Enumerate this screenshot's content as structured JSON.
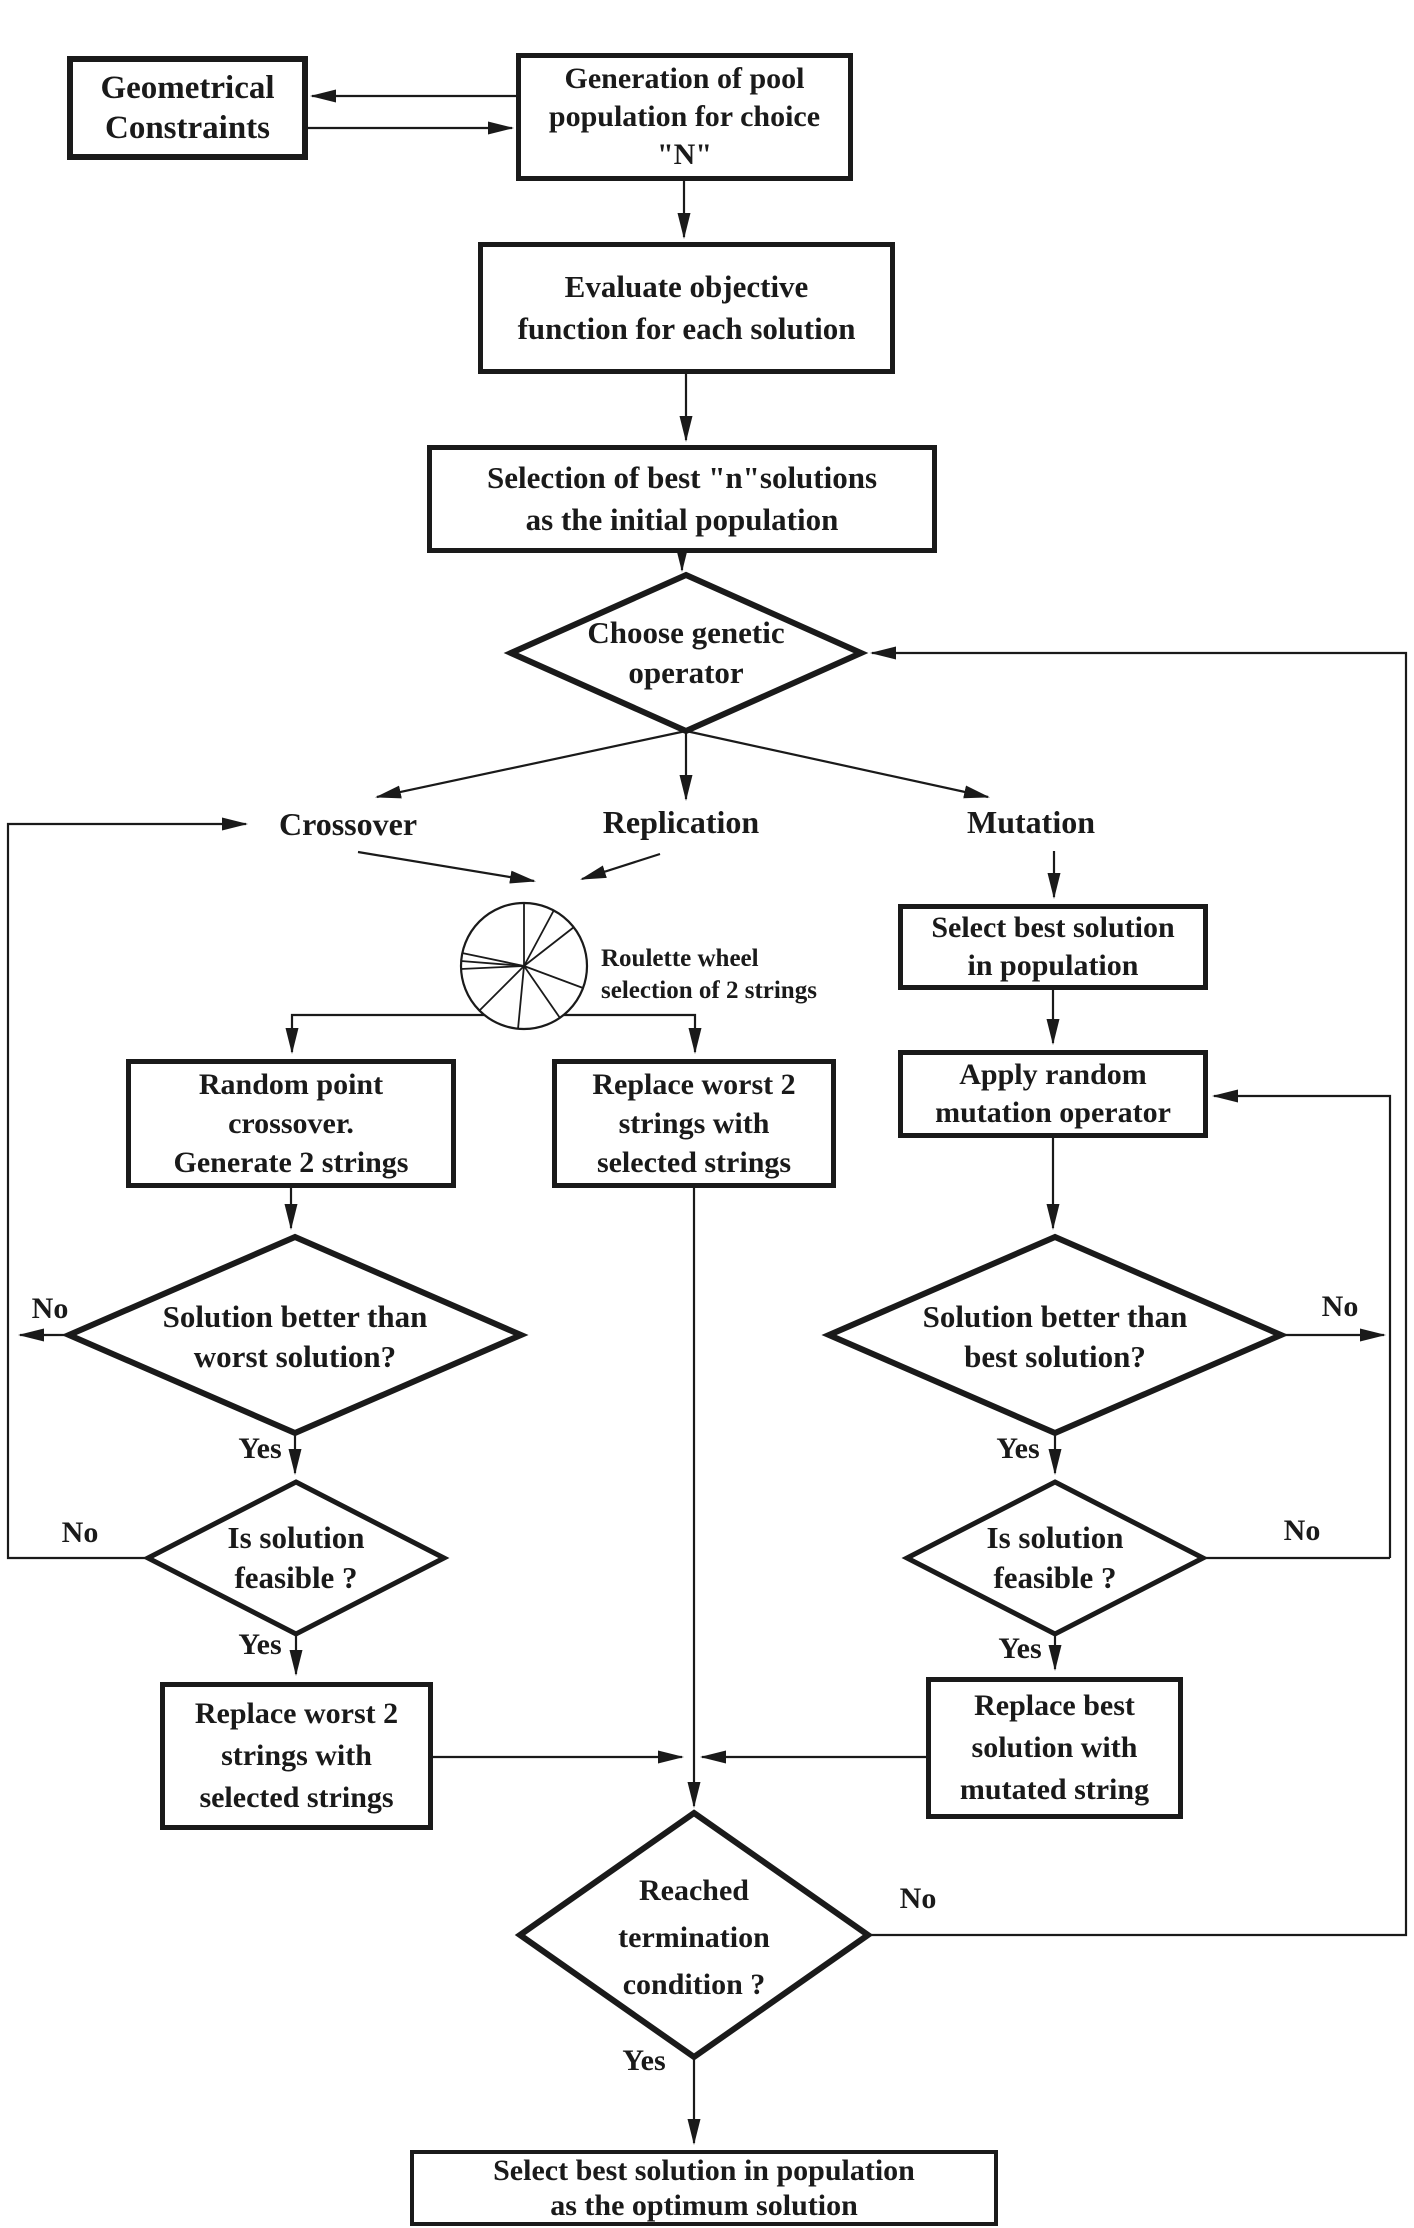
{
  "flowchart": {
    "colors": {
      "line": "#1a1a1a",
      "background": "#ffffff"
    },
    "edge_labels": {
      "yes": "Yes",
      "no": "No"
    },
    "icons": {
      "roulette_wheel": "pie-wheel-icon"
    },
    "nodes": {
      "geometrical_constraints": {
        "lines": [
          "Geometrical",
          "Constraints"
        ]
      },
      "generation_pool": {
        "lines": [
          "Generation of pool",
          "population for choice",
          "\"N\""
        ]
      },
      "evaluate_objective": {
        "lines": [
          "Evaluate objective",
          "function for each solution"
        ]
      },
      "selection_initial": {
        "lines": [
          "Selection of best \"n\"solutions",
          "as the initial population"
        ]
      },
      "choose_operator": {
        "lines": [
          "Choose genetic",
          "operator"
        ]
      },
      "crossover_label": "Crossover",
      "replication_label": "Replication",
      "mutation_label": "Mutation",
      "roulette_caption": {
        "lines": [
          "Roulette wheel",
          "selection of 2 strings"
        ]
      },
      "random_point_crossover": {
        "lines": [
          "Random point",
          "crossover.",
          "Generate 2 strings"
        ]
      },
      "replace_worst_center": {
        "lines": [
          "Replace worst 2",
          "strings with",
          "selected strings"
        ]
      },
      "select_best_population": {
        "lines": [
          "Select best solution",
          "in population"
        ]
      },
      "apply_random_mutation": {
        "lines": [
          "Apply random",
          "mutation operator"
        ]
      },
      "better_than_worst": {
        "lines": [
          "Solution better than",
          "worst solution?"
        ]
      },
      "feasible_left": {
        "lines": [
          "Is solution",
          "feasible ?"
        ]
      },
      "replace_worst_left": {
        "lines": [
          "Replace worst 2",
          "strings with",
          "selected strings"
        ]
      },
      "better_than_best": {
        "lines": [
          "Solution better than",
          "best solution?"
        ]
      },
      "feasible_right": {
        "lines": [
          "Is solution",
          "feasible ?"
        ]
      },
      "replace_best_mutated": {
        "lines": [
          "Replace best",
          "solution with",
          "mutated string"
        ]
      },
      "termination": {
        "lines": [
          "Reached",
          "termination",
          "condition ?"
        ]
      },
      "final_select": {
        "lines": [
          "Select best solution in population",
          "as the optimum solution"
        ]
      }
    }
  }
}
